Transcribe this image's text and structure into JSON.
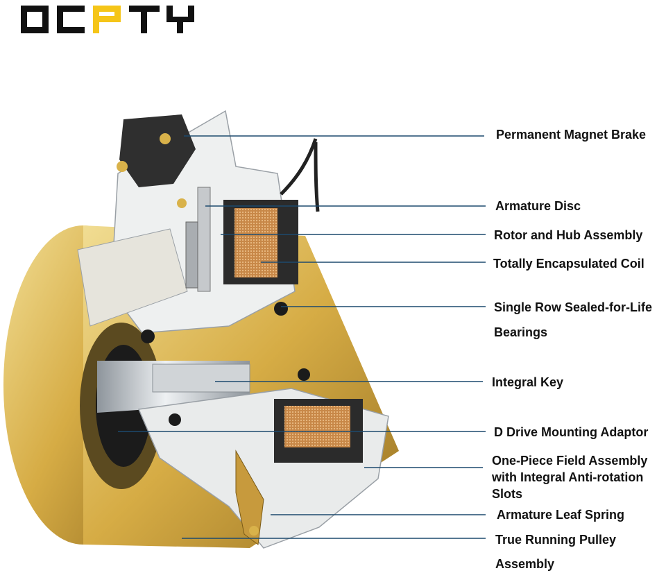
{
  "logo": {
    "text": "OCPTY",
    "colors": {
      "primary": "#111111",
      "accent": "#f5c518"
    }
  },
  "illustration": {
    "subject": "clutch-brake-cutaway-icon"
  },
  "labels": {
    "permanent_magnet_brake": "Permanent Magnet Brake",
    "armature_disc": "Armature Disc",
    "rotor_hub_assembly": "Rotor and Hub Assembly",
    "encapsulated_coil": "Totally Encapsulated Coil",
    "bearings_line1": "Single Row Sealed-for-Life",
    "bearings_line2": "Bearings",
    "integral_key": "Integral Key",
    "drive_adaptor": "D Drive Mounting Adaptor",
    "field_line1": "One-Piece Field Assembly",
    "field_line2": "with Integral Anti-rotation",
    "field_line3": "Slots",
    "leaf_spring": "Armature Leaf Spring",
    "pulley_line1": "True Running Pulley",
    "pulley_line2": "Assembly"
  },
  "colors": {
    "leader_line": "#1d4a6e",
    "brass": "#d9b24a",
    "steel": "#d8dde2",
    "coil": "#c8864a"
  }
}
